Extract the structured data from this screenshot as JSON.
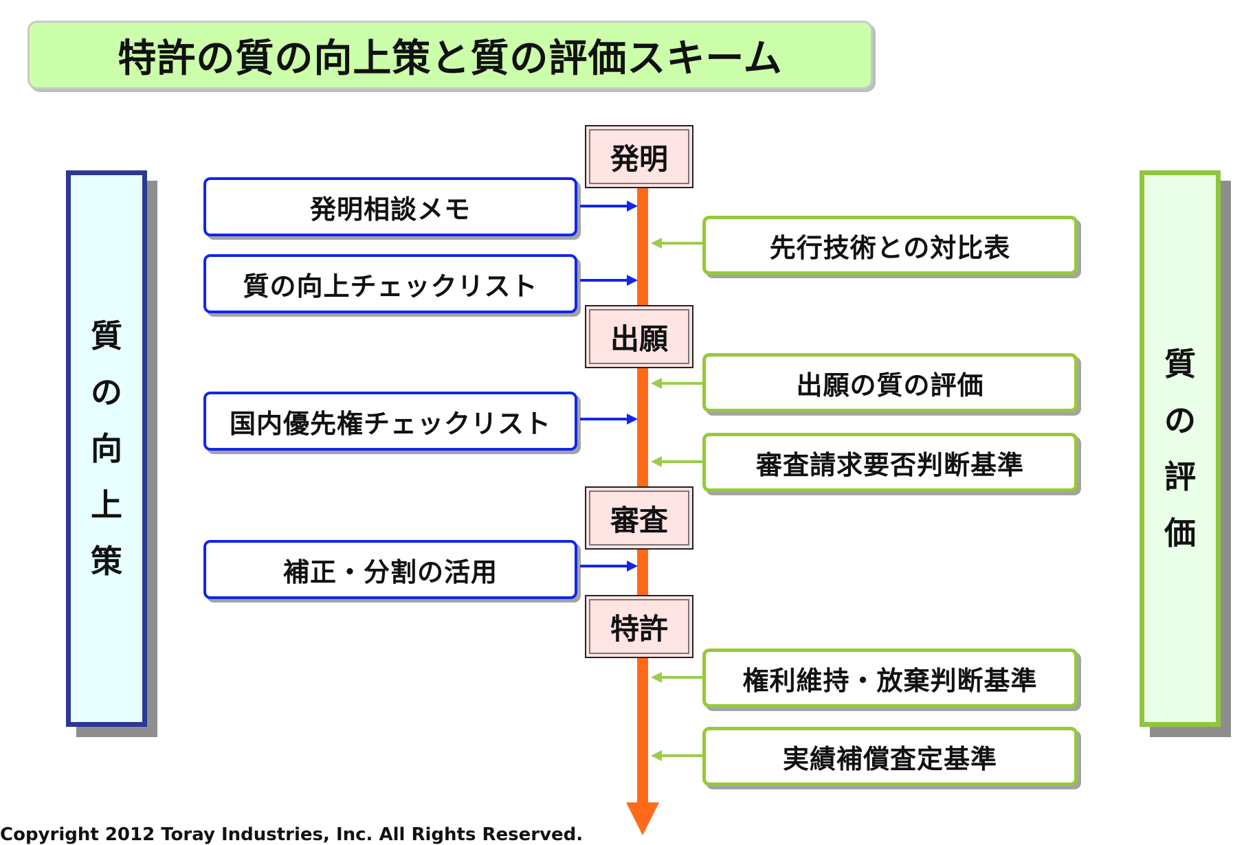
{
  "title": "特許の質の向上策と質の評価スキーム",
  "left_panel": {
    "chars": [
      "質",
      "の",
      "向",
      "上",
      "策"
    ]
  },
  "right_panel": {
    "chars": [
      "質",
      "の",
      "評",
      "価"
    ]
  },
  "stages": [
    "発明",
    "出願",
    "審査",
    "特許"
  ],
  "improvement_items": [
    "発明相談メモ",
    "質の向上チェックリスト",
    "国内優先権チェックリスト",
    "補正・分割の活用"
  ],
  "evaluation_items": [
    "先行技術との対比表",
    "出願の質の評価",
    "審査請求要否判断基準",
    "権利維持・放棄判断基準",
    "実績補償査定基準"
  ],
  "colors": {
    "timeline": "#ff6a1a",
    "improvement_border": "#1126ea",
    "evaluation_border": "#96c939",
    "title_bg": "#ccffaa",
    "stage_bg": "#ffe4e4"
  },
  "copyright": "Copyright 2012 Toray Industries, Inc. All Rights Reserved."
}
